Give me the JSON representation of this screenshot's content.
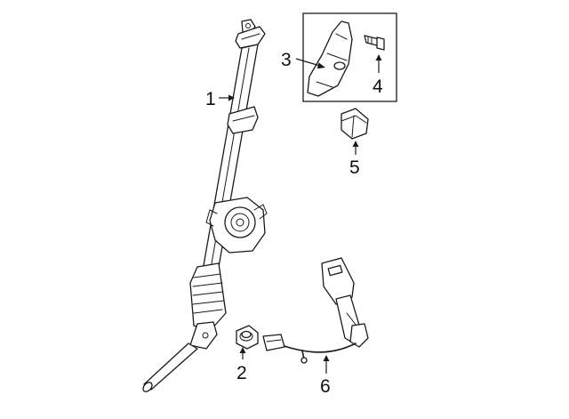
{
  "callouts": {
    "c1": "1",
    "c2": "2",
    "c3": "3",
    "c4": "4",
    "c5": "5",
    "c6": "6"
  },
  "colors": {
    "line": "#1a1a1a",
    "background": "#ffffff"
  }
}
